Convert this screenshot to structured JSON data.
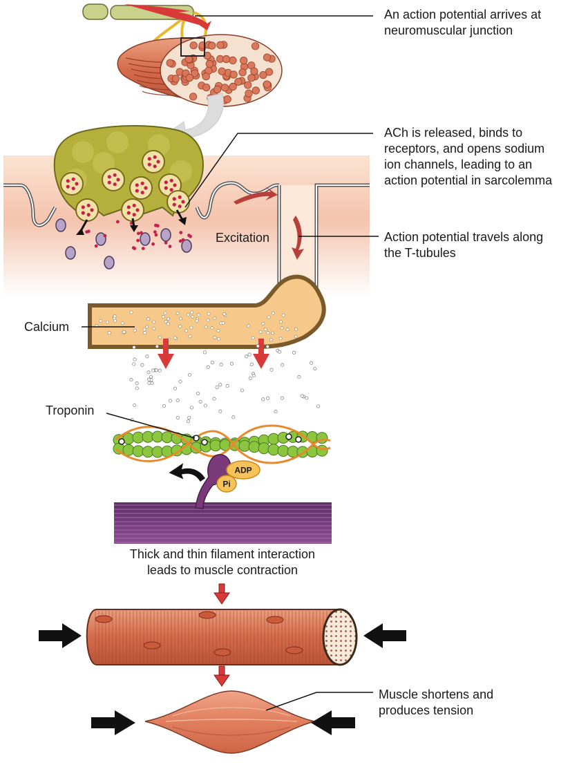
{
  "labels": {
    "neuromuscular": "An action potential arrives at\nneuromuscular junction",
    "ach": "ACh is released, binds to\nreceptors, and opens sodium\nion channels, leading to an\naction potential in sarcolemma",
    "ttubules": "Action potential travels along\nthe T-tubules",
    "excitation": "Excitation",
    "calcium": "Calcium",
    "troponin": "Troponin",
    "adp": "ADP",
    "pi": "Pi",
    "filament": "Thick and thin filament interaction\nleads to muscle contraction",
    "shortens": "Muscle shortens and\nproduces tension"
  },
  "colors": {
    "axon": "#c9d28a",
    "muscle": "#d9785a",
    "terminal": "#b5b03c",
    "sarcoplasm": "#f5c9b2",
    "reticulum": "#f6c98a",
    "reticulum_border": "#7a5a2a",
    "actin": "#8cc63f",
    "tropomyosin": "#e8892c",
    "myosin": "#7a3a7a",
    "arrow_red": "#d83a3a",
    "arrow_black": "#111111"
  }
}
